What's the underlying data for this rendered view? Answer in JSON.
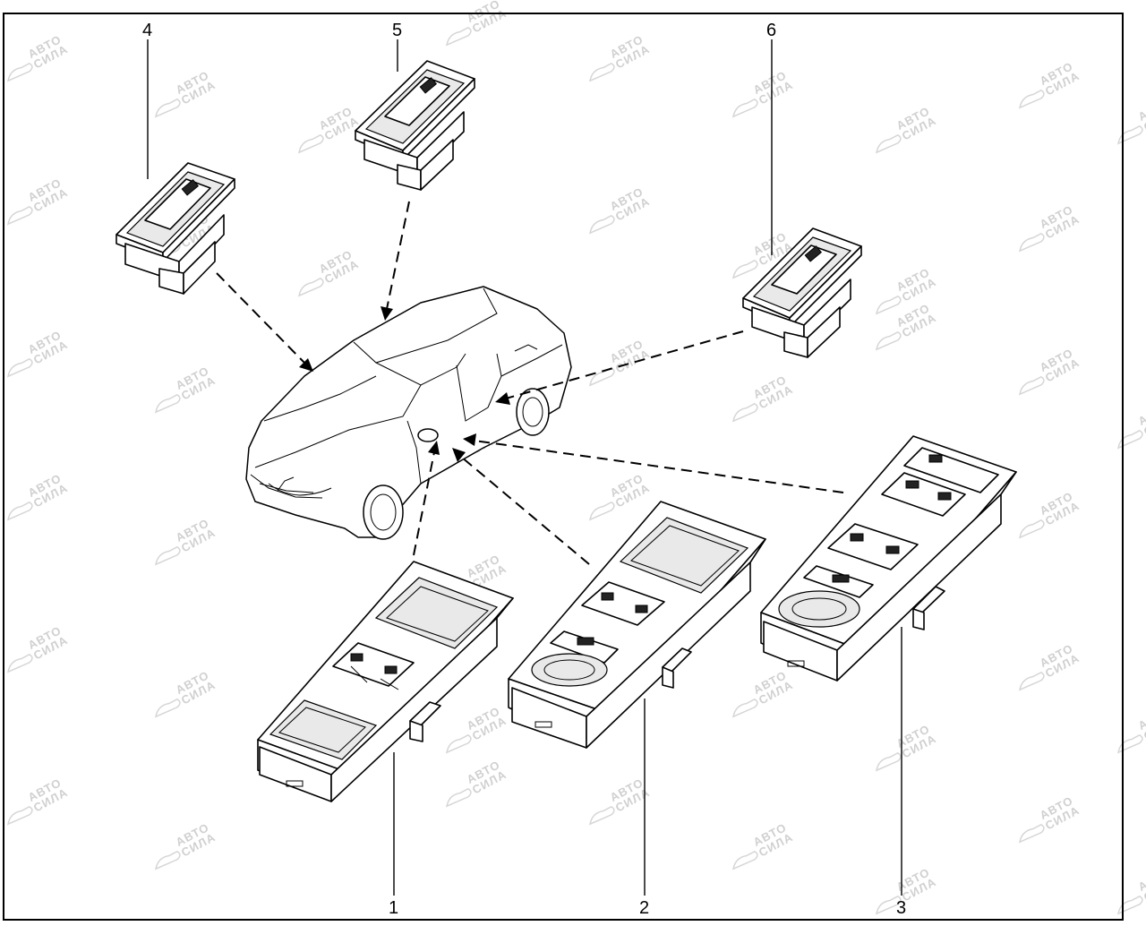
{
  "watermark": {
    "line1": "АВТО",
    "line2": "СИЛА"
  },
  "callouts": {
    "c1": "1",
    "c2": "2",
    "c3": "3",
    "c4": "4",
    "c5": "5",
    "c6": "6"
  }
}
